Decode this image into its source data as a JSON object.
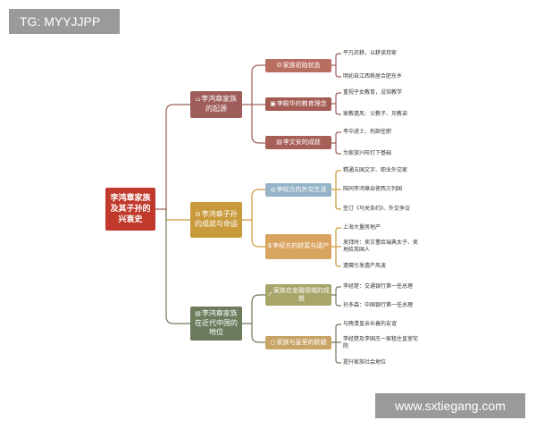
{
  "tag": "TG: MYYJJPP",
  "watermark": "www.sxtiegang.com",
  "colors": {
    "root": "#c0392b",
    "branch1": "#9e5d5a",
    "branch2": "#c99a3c",
    "branch3": "#6b7b5c",
    "line1": "#9e5d5a",
    "line2": "#c99a3c",
    "line3": "#6b7b5c"
  },
  "root": "李鸿章家族及其子孙的兴衰史",
  "branches": [
    {
      "label": "李鸿章家族的起源",
      "icon": "house-icon",
      "subs": [
        {
          "label": "家族初始状态",
          "icon": "family-icon",
          "leaves": [
            "平凡农耕，以耕读持家",
            "明初自江西移居合肥东乡"
          ]
        },
        {
          "label": "李殿华的教育理念",
          "icon": "book-icon",
          "leaves": [
            "重视子女教育，设馆教学",
            "家教遗风：父教子、兄教弟"
          ]
        },
        {
          "label": "李文安的成就",
          "icon": "scroll-icon",
          "leaves": [
            "考中进士，刑部任职",
            "为家族兴旺打下基础"
          ]
        }
      ]
    },
    {
      "label": "李鸿章子孙的成就与命运",
      "icon": "family-icon",
      "subs": [
        {
          "label": "李经方的外交生涯",
          "icon": "globe-icon",
          "leaves": [
            "精通五国文字、职业外交家",
            "陪同李鸿章出使西方列国",
            "签订《马关条约》、外交争议"
          ]
        },
        {
          "label": "李经方的财富与遗产",
          "icon": "money-icon",
          "leaves": [
            "上海大量房地产",
            "发拜时：卖古董给瑞典太子、卖地给英国人",
            "遗嘱引发遗产风波"
          ]
        },
        {
          "label": "家族在金融领域的成就",
          "icon": "chart-icon",
          "leaves": [
            "李经楚：交通银行第一任总理",
            "孙多森：中国银行第一任总理"
          ]
        },
        {
          "label": "家族与皇室的联姻",
          "icon": "ring-icon",
          "leaves": [
            "与晚清皇亲长善的友谊",
            "李经楚及李国杰一家租住皇室宅院",
            "提升家族社会地位"
          ]
        }
      ]
    },
    {
      "label": "李鸿章家族在近代中国的地位",
      "icon": "scroll-icon",
      "subs": []
    }
  ]
}
